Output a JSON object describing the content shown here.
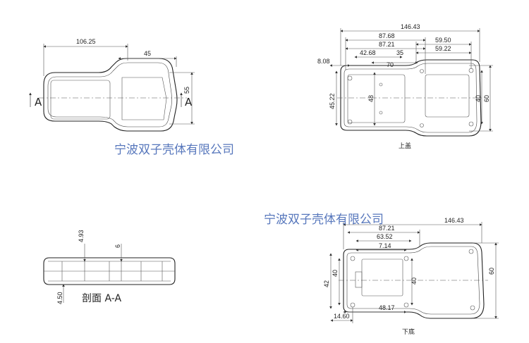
{
  "watermark": "宁波双子壳体有限公司",
  "side_view": {
    "dims": {
      "length": "106.25",
      "neck": "45",
      "height": "55",
      "section_left": "A",
      "section_right": "A"
    }
  },
  "top_cover": {
    "caption": "上盖",
    "dims": {
      "overall": "146.43",
      "d1": "87.68",
      "d2": "87.21",
      "d3": "59.50",
      "d4": "59.22",
      "d5": "42.68",
      "d6": "35",
      "d7": "70",
      "d8": "8.08",
      "d9": "45.22",
      "d10": "48",
      "d11": "40",
      "d12": "60"
    }
  },
  "section": {
    "caption": "剖面 A-A",
    "dims": {
      "d1": "4.93",
      "d2": "6",
      "d3": "4.50"
    }
  },
  "bottom_cover": {
    "caption": "下底",
    "dims": {
      "overall": "146.43",
      "d1": "87.21",
      "d2": "63.52",
      "d3": "7.14",
      "d4": "42",
      "d5": "40",
      "d6": "40",
      "d7": "60",
      "d8": "14.60",
      "d9": "48.17"
    }
  }
}
